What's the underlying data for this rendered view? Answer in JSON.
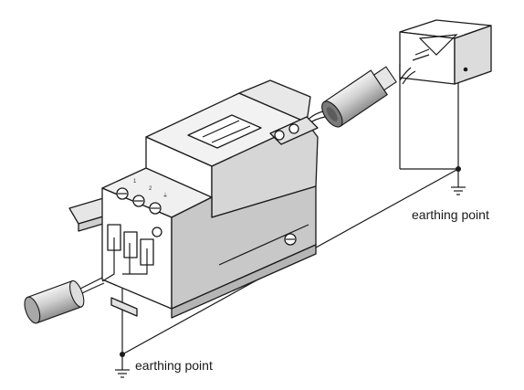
{
  "labels": {
    "earth_right": "earthing point",
    "earth_bottom": "earthing point",
    "terminal_1": "1",
    "terminal_2": "2",
    "terminal_earth_symbol": "⏚"
  },
  "colors": {
    "line": "#1a1a1a",
    "face_light": "#ffffff",
    "face_mid": "#e4e4e4",
    "face_dark": "#bdbdbd",
    "sensor_body": "#c9c9c9",
    "sensor_cap": "#e6e6e6",
    "sensor_tip": "#7a7a7a"
  },
  "icons": {
    "amplifier": "triangle-amplifier-icon",
    "ground": "ground-symbol-icon",
    "screw": "screw-terminal-icon"
  }
}
